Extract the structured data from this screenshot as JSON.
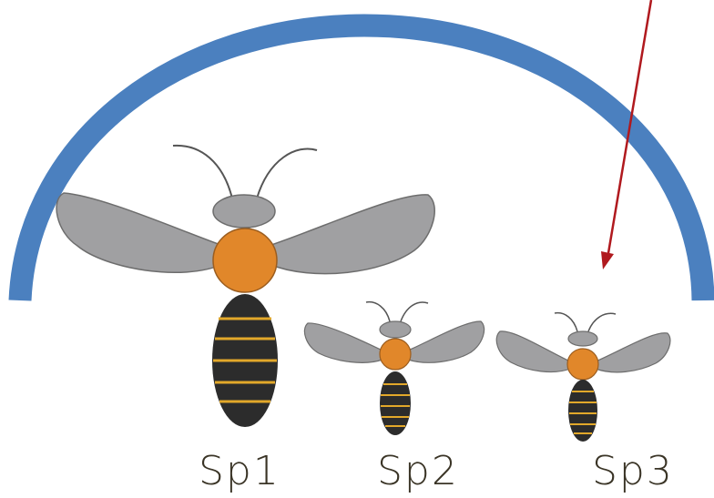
{
  "species": [
    {
      "id": "sp1",
      "label": "Sp1"
    },
    {
      "id": "sp2",
      "label": "Sp2"
    },
    {
      "id": "sp3",
      "label": "Sp3"
    }
  ],
  "colors": {
    "arc": "#4b80bf",
    "arrow": "#b0191e",
    "wing": "#a0a0a2",
    "wing_stroke": "#6d6d6d",
    "head": "#a0a0a2",
    "thorax": "#e1872a",
    "abdomen": "#2c2c2c",
    "stripe": "#e2a82a",
    "antenna": "#555555",
    "label": "#3a3426"
  },
  "icons": {
    "arc": "arc-shape",
    "arrow": "arrow-down-icon",
    "bee": "bee-icon"
  }
}
